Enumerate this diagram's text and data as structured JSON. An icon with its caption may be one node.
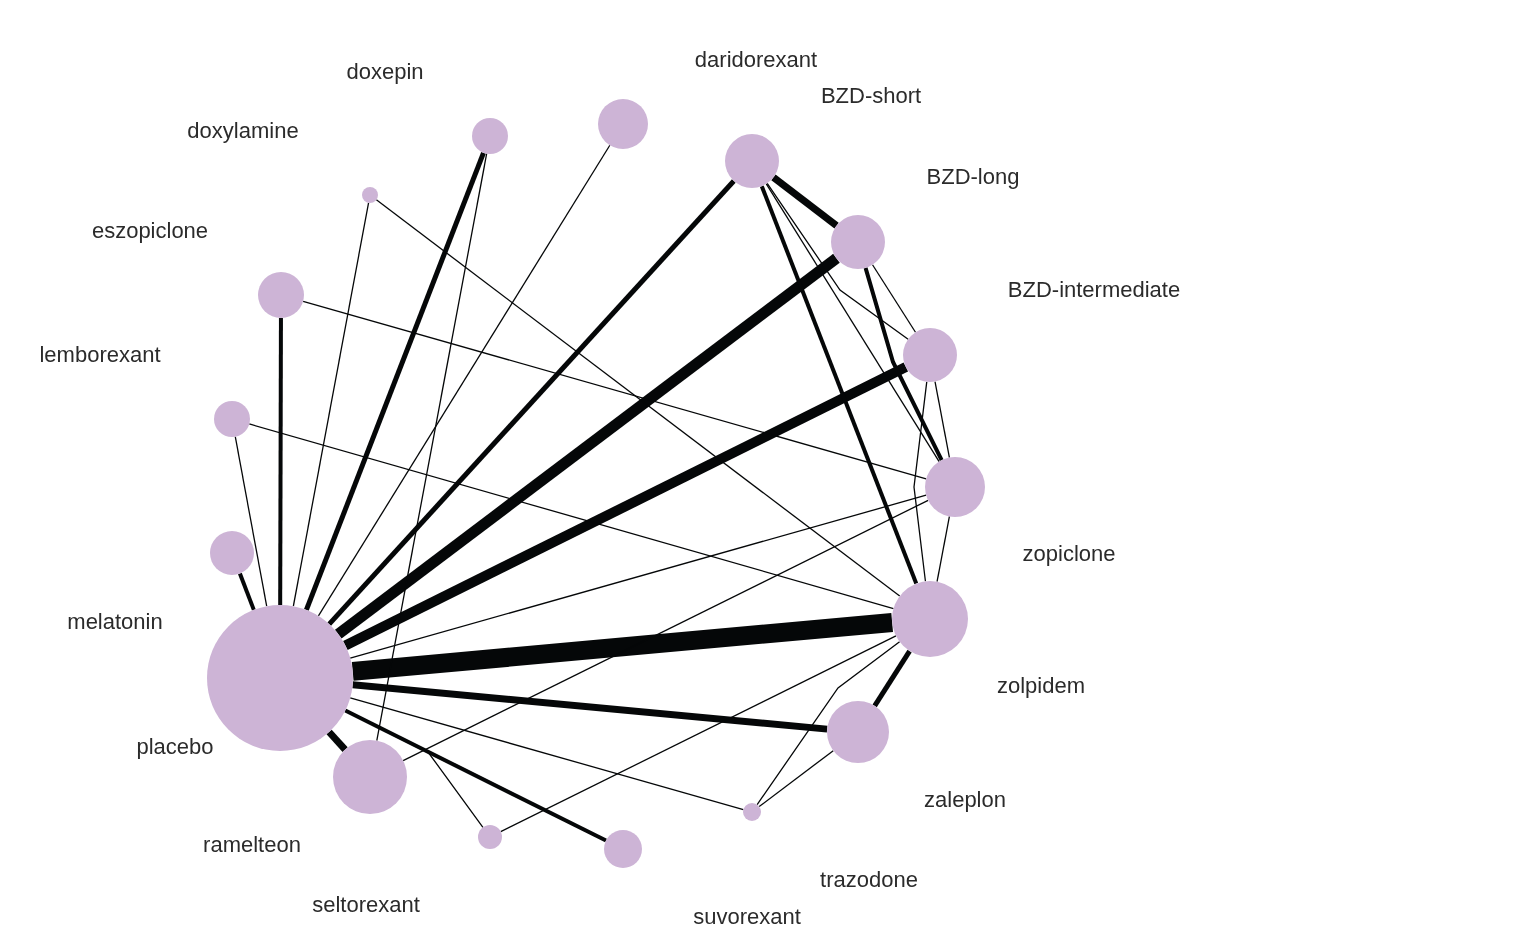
{
  "diagram": {
    "nodes": [
      {
        "text": [],
        "shape": "circle",
        "beside": [
          "daridorexant"
        ]
      },
      {
        "text": [],
        "shape": "circle",
        "beside": [
          "doxepin"
        ]
      },
      {
        "text": [],
        "shape": "circle",
        "beside": [
          "doxylamine"
        ]
      },
      {
        "text": [],
        "shape": "circle",
        "beside": [
          "eszopiclone"
        ]
      },
      {
        "text": [],
        "shape": "circle",
        "beside": [
          "lemborexant"
        ]
      },
      {
        "text": [],
        "shape": "circle",
        "beside": [
          "melatonin"
        ]
      },
      {
        "text": [],
        "shape": "circle",
        "beside": [
          "placebo"
        ]
      },
      {
        "text": [],
        "shape": "circle",
        "beside": [
          "ramelteon"
        ]
      },
      {
        "text": [],
        "shape": "circle",
        "beside": [
          "seltorexant"
        ]
      },
      {
        "text": [],
        "shape": "circle",
        "beside": [
          "suvorexant"
        ]
      },
      {
        "text": [],
        "shape": "circle",
        "beside": [
          "trazodone"
        ]
      },
      {
        "text": [],
        "shape": "circle",
        "beside": [
          "zaleplon"
        ]
      },
      {
        "text": [],
        "shape": "circle",
        "beside": [
          "zolpidem"
        ]
      },
      {
        "text": [],
        "shape": "circle",
        "beside": [
          "zopiclone"
        ]
      },
      {
        "text": [],
        "shape": "circle",
        "beside": [
          "BZD-intermediate"
        ]
      },
      {
        "text": [],
        "shape": "circle",
        "beside": [
          "BZD-long"
        ]
      },
      {
        "text": [],
        "shape": "circle",
        "beside": [
          "BZD-short"
        ]
      }
    ],
    "edges": [
      {
        "from": 6,
        "to": 0,
        "arrow": "none"
      },
      {
        "from": 6,
        "to": 1,
        "arrow": "none",
        "style": "thick"
      },
      {
        "from": 6,
        "to": 2,
        "arrow": "none"
      },
      {
        "from": 6,
        "to": 3,
        "arrow": "none",
        "style": "thick"
      },
      {
        "from": 6,
        "to": 4,
        "arrow": "none"
      },
      {
        "from": 6,
        "to": 5,
        "arrow": "none",
        "style": "thick"
      },
      {
        "from": 6,
        "to": 16,
        "arrow": "none",
        "style": "thick"
      },
      {
        "from": 6,
        "to": 15,
        "arrow": "none",
        "style": "thick"
      },
      {
        "from": 6,
        "to": 14,
        "arrow": "none",
        "style": "thick"
      },
      {
        "from": 6,
        "to": 13,
        "arrow": "none"
      },
      {
        "from": 6,
        "to": 12,
        "arrow": "none",
        "style": "thick"
      },
      {
        "from": 6,
        "to": 11,
        "arrow": "none",
        "style": "thick"
      },
      {
        "from": 6,
        "to": 10,
        "arrow": "none"
      },
      {
        "from": 6,
        "to": 9,
        "arrow": "none",
        "style": "thick"
      },
      {
        "from": 6,
        "to": 8,
        "arrow": "none"
      },
      {
        "from": 6,
        "to": 7,
        "arrow": "none",
        "style": "thick"
      },
      {
        "from": 2,
        "to": 12,
        "arrow": "none"
      },
      {
        "from": 1,
        "to": 7,
        "arrow": "none"
      },
      {
        "from": 3,
        "to": 13,
        "arrow": "none"
      },
      {
        "from": 4,
        "to": 12,
        "arrow": "none"
      },
      {
        "from": 16,
        "to": 15,
        "arrow": "none",
        "style": "thick"
      },
      {
        "from": 16,
        "to": 14,
        "arrow": "none"
      },
      {
        "from": 16,
        "to": 13,
        "arrow": "none"
      },
      {
        "from": 16,
        "to": 12,
        "arrow": "none",
        "style": "thick"
      },
      {
        "from": 15,
        "to": 14,
        "arrow": "none"
      },
      {
        "from": 15,
        "to": 13,
        "arrow": "none",
        "style": "thick"
      },
      {
        "from": 14,
        "to": 13,
        "arrow": "none"
      },
      {
        "from": 14,
        "to": 12,
        "arrow": "none"
      },
      {
        "from": 13,
        "to": 12,
        "arrow": "none"
      },
      {
        "from": 13,
        "to": 7,
        "arrow": "none"
      },
      {
        "from": 12,
        "to": 8,
        "arrow": "none"
      },
      {
        "from": 12,
        "to": 11,
        "arrow": "none",
        "style": "thick"
      },
      {
        "from": 12,
        "to": 10,
        "arrow": "none"
      },
      {
        "from": 10,
        "to": 11,
        "arrow": "none"
      }
    ]
  }
}
